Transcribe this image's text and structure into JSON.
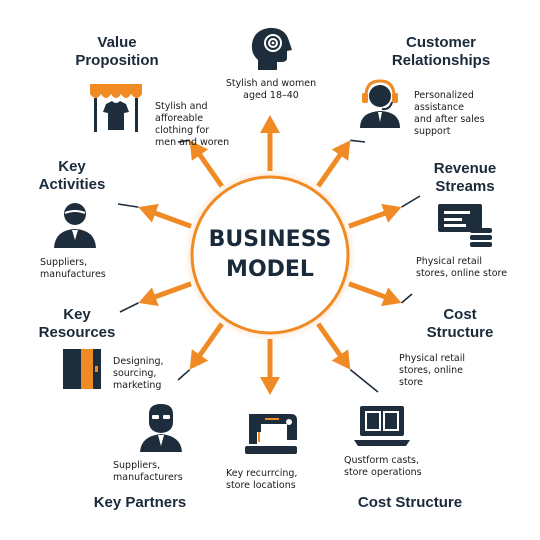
{
  "center": {
    "title": "BUSINESS\nMODEL"
  },
  "colors": {
    "accent": "#f08a24",
    "dark": "#1e2d3b",
    "center_fill": "#ffffff"
  },
  "segments": {
    "value_proposition": {
      "title": "Value\nProposition",
      "text": "Stylish and\nafforeable\nclothing for\nmen and woren",
      "icon": "storefront-shirt-icon"
    },
    "customer_segments": {
      "text": "Stylish and women\naged 18–40",
      "icon": "head-profile-icon"
    },
    "customer_relationships": {
      "title": "Customer\nRelationships",
      "text": "Personalized\nassistance\nand after  sales\nsupport",
      "icon": "headset-agent-icon"
    },
    "revenue_streams": {
      "title": "Revenue\nStreams",
      "text": "Physical retail\nstores, online store",
      "icon": "cash-register-icon"
    },
    "cost_structure_right": {
      "title": "Cost\nStructure",
      "text": "Physical retail\nstores,  online\nstore",
      "icon": ""
    },
    "key_activities": {
      "title": "Key\nActivities",
      "text": "Suppliers,\nmanufactures",
      "icon": "user-icon"
    },
    "key_resources": {
      "title": "Key\nResources",
      "text": "Designing,\nsourcing,\nmarketing",
      "icon": "cabinet-icon"
    },
    "key_partners": {
      "title": "Key Partners",
      "text": "Suppliers,\nmanufacturers",
      "icon": "bearded-man-icon"
    },
    "sewing": {
      "text": "Key recurrcing,\nstore locations",
      "icon": "sewing-machine-icon"
    },
    "cost_structure_bottom": {
      "title": "Cost Structure",
      "text": "Qustform casts,\nstore operations",
      "icon": "laptop-icon"
    }
  }
}
